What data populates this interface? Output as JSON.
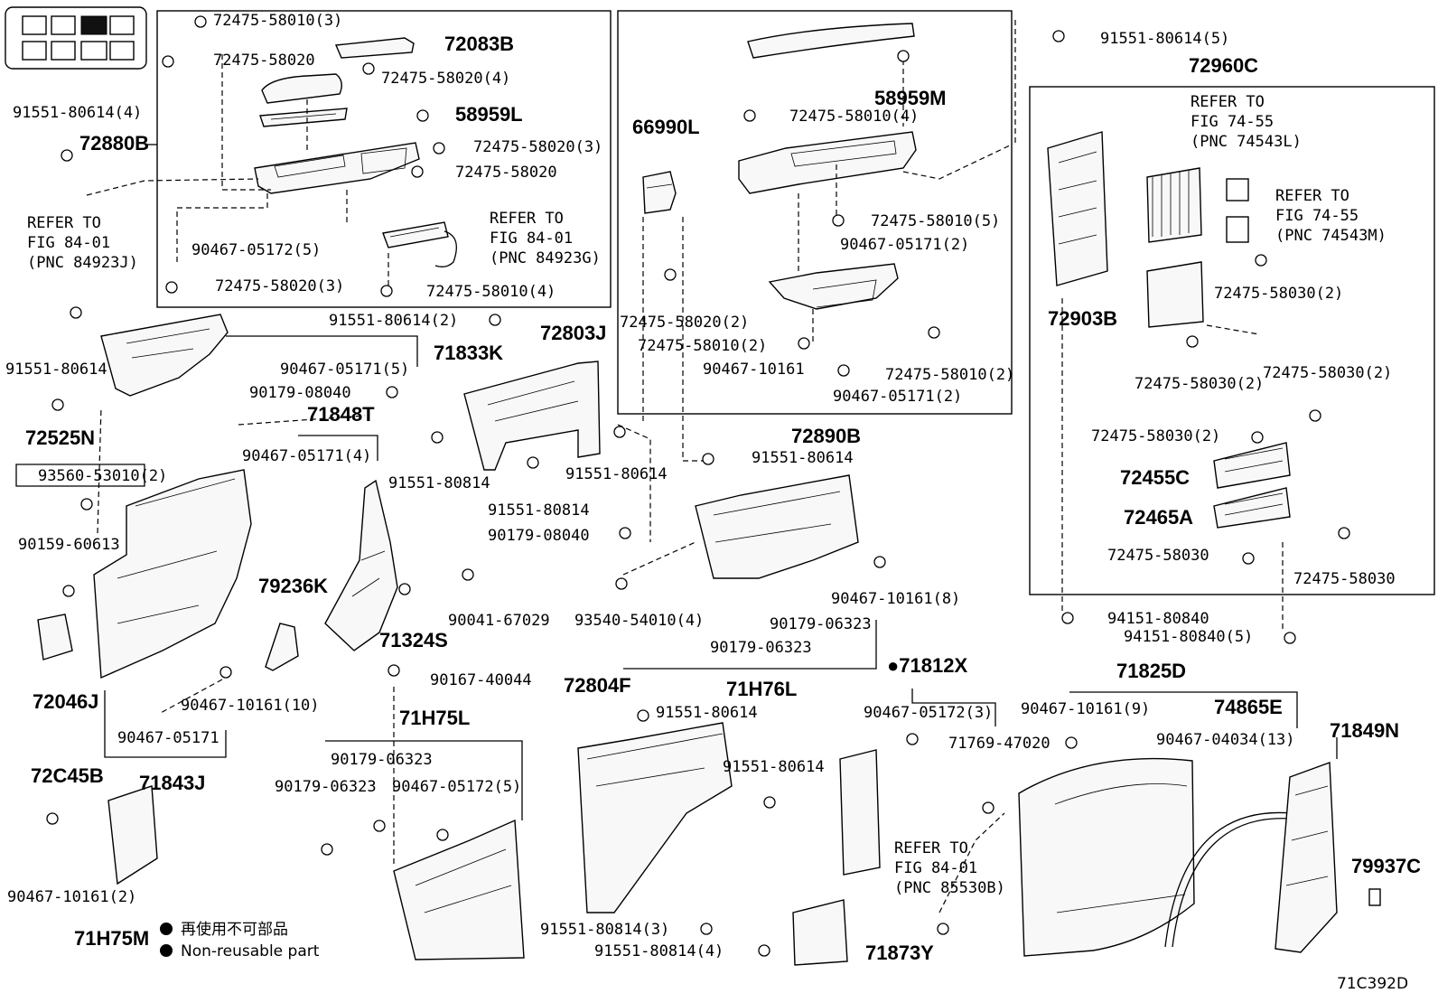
{
  "diagram_code": "71C392D",
  "legend": {
    "line_jp": "再使用不可部品",
    "line_en": "Non-reusable part"
  },
  "refer_notes": {
    "n1": {
      "l1": "REFER TO",
      "l2": "FIG 84-01",
      "l3": "(PNC 84923J)"
    },
    "n2": {
      "l1": "REFER TO",
      "l2": "FIG 84-01",
      "l3": "(PNC 84923G)"
    },
    "n3": {
      "l1": "REFER TO",
      "l2": "FIG 74-55",
      "l3": "(PNC 74543L)"
    },
    "n4": {
      "l1": "REFER TO",
      "l2": "FIG 74-55",
      "l3": "(PNC 74543M)"
    },
    "n5": {
      "l1": "REFER TO",
      "l2": "FIG 84-01",
      "l3": "(PNC 85530B)"
    }
  },
  "assemblies": {
    "a72880B": "72880B",
    "a72083B": "72083B",
    "a58959L": "58959L",
    "a66990L": "66990L",
    "a58959M": "58959M",
    "a72960C": "72960C",
    "a72903B": "72903B",
    "a72455C": "72455C",
    "a72465A": "72465A",
    "a71833K": "71833K",
    "a72803J": "72803J",
    "a72890B": "72890B",
    "a72525N": "72525N",
    "a71848T": "71848T",
    "a79236K": "79236K",
    "a71324S": "71324S",
    "a72046J": "72046J",
    "a72C45B": "72C45B",
    "a71843J": "71843J",
    "a71H75L": "71H75L",
    "a71H76L": "71H76L",
    "a71812X": "●71812X",
    "a71825D": "71825D",
    "a74865E": "74865E",
    "a71849N": "71849N",
    "a72804F": "72804F",
    "a71H75M": "71H75M",
    "a79937C": "79937C",
    "a71873Y": "71873Y"
  },
  "parts": {
    "p1": "72475-58010(3)",
    "p2": "72475-58020",
    "p3": "72475-58020(4)",
    "p4": "91551-80614(4)",
    "p5": "72475-58020(3)",
    "p6": "72475-58020",
    "p7": "90467-05172(5)",
    "p8": "72475-58020(3)",
    "p9": "72475-58010(4)",
    "p10": "72475-58010(4)",
    "p11": "72475-58010(5)",
    "p12": "90467-05171(2)",
    "p13": "72475-58020(2)",
    "p14": "72475-58010(2)",
    "p15": "90467-10161",
    "p16": "72475-58010(2)",
    "p17": "90467-05171(2)",
    "p18": "91551-80614(5)",
    "p19": "72475-58030(2)",
    "p20": "72475-58030(2)",
    "p21": "72475-58030(2)",
    "p22": "72475-58030(2)",
    "p23": "72475-58030",
    "p24": "72475-58030",
    "p25": "94151-80840",
    "p26": "94151-80840(5)",
    "p27": "91551-80614(2)",
    "p28": "91551-80614",
    "p29": "90467-05171(5)",
    "p30": "90179-08040",
    "p31": "91551-80814",
    "p32": "91551-80614",
    "p33": "91551-80614",
    "p34": "91551-80814",
    "p35": "90179-08040",
    "p36": "93560-53010(2)",
    "p37": "90467-05171(4)",
    "p38": "90159-60613",
    "p39": "90041-67029",
    "p40": "93540-54010(4)",
    "p41": "90467-10161(8)",
    "p42": "90179-06323",
    "p43": "90179-06323",
    "p44": "90467-10161(10)",
    "p45": "90467-05171",
    "p46": "90167-40044",
    "p47": "90179-06323",
    "p48": "90179-06323",
    "p49": "90467-05172(5)",
    "p50": "91551-80614",
    "p51": "91551-80614",
    "p52": "90467-05172(3)",
    "p53": "71769-47020",
    "p54": "90467-10161(9)",
    "p55": "90467-04034(13)",
    "p56": "90467-10161(2)",
    "p57": "91551-80814(3)",
    "p58": "91551-80814(4)"
  }
}
